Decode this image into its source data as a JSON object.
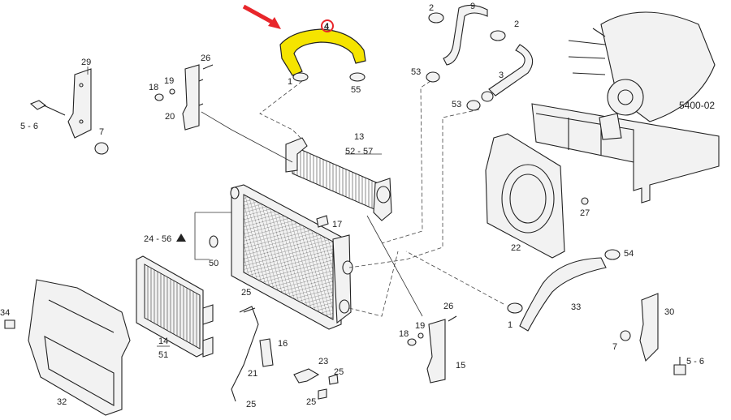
{
  "diagram": {
    "reference_code": "5400-02",
    "highlight": {
      "callout_number": "4",
      "pointer_color": "#e8262b",
      "part_color": "#f5e400"
    },
    "labels": {
      "l2a": "2",
      "l9": "9",
      "l2b": "2",
      "l4": "4",
      "l1a": "1",
      "l55": "55",
      "l53a": "53",
      "l3": "3",
      "l53b": "53",
      "l29": "29",
      "l26a": "26",
      "l18a": "18",
      "l19a": "19",
      "l20": "20",
      "l5_6a": "5 - 6",
      "l7a": "7",
      "l13": "13",
      "l52_57": "52 - 57",
      "l27": "27",
      "l17": "17",
      "l24_56": "24 - 56",
      "l50": "50",
      "l22": "22",
      "l54": "54",
      "l34": "34",
      "l25a": "25",
      "l33": "33",
      "l1b": "1",
      "l30": "30",
      "l26b": "26",
      "l18b": "18",
      "l19b": "19",
      "l14": "14",
      "l51": "51",
      "l16": "16",
      "l7b": "7",
      "l5_6b": "5 - 6",
      "l21": "21",
      "l23": "23",
      "l25b": "25",
      "l15": "15",
      "l25c": "25",
      "l32": "32",
      "l25d": "25"
    }
  }
}
